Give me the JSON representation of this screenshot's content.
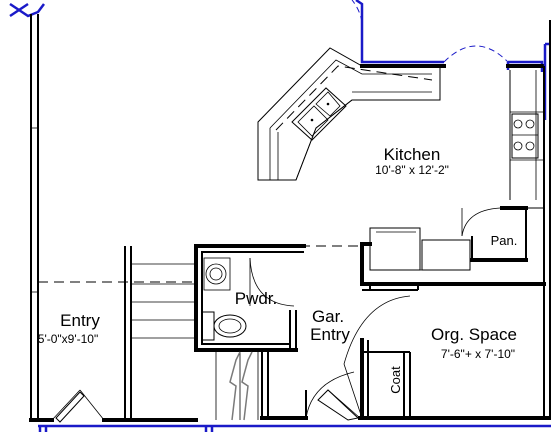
{
  "rooms": {
    "kitchen": {
      "name": "Kitchen",
      "dims": "10'-8\" x 12'-2\""
    },
    "entry": {
      "name": "Entry",
      "dims": "5'-0\"x9'-10\""
    },
    "powder": {
      "name": "Pwdr."
    },
    "garage_entry": {
      "name_line1": "Gar.",
      "name_line2": "Entry"
    },
    "org_space": {
      "name": "Org. Space",
      "dims": "7'-6\"+ x 7'-10\""
    },
    "pantry": {
      "name": "Pan."
    },
    "coat": {
      "name": "Coat"
    }
  },
  "colors": {
    "walls": "#000000",
    "window_lines": "#1a1ac8",
    "stair_break": "#7a7a7a",
    "background": "#ffffff"
  }
}
